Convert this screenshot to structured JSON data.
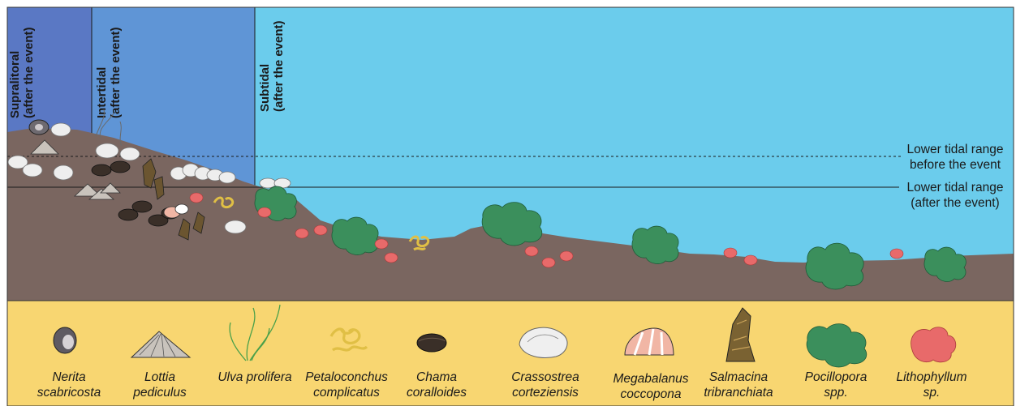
{
  "zones": [
    {
      "id": "supralitoral",
      "line1": "Supralitoral",
      "line2": "(after the event)",
      "color": "#5a78c4"
    },
    {
      "id": "intertidal",
      "line1": "Intertidal",
      "line2": "(after the event)",
      "color": "#5f95d6"
    },
    {
      "id": "subtidal",
      "line1": "Subtidal",
      "line2": "(after the event)",
      "color": "#6bccec"
    }
  ],
  "tidal_lines": {
    "before": {
      "line1": "Lower tidal range",
      "line2": "before the event"
    },
    "after": {
      "line1": "Lower tidal range",
      "line2": "(after the event)"
    }
  },
  "colors": {
    "substrate": "#7a6660",
    "legend_band": "#f8d671",
    "water": "#6bccec",
    "coral": "#3b8f5c",
    "coralline_alga": "#e86a6a",
    "worm_tube": "#e0bf45"
  },
  "legend": [
    {
      "id": "nerita",
      "icon": "nerita-snail-icon",
      "line1": "Nerita",
      "line2": "scabricosta"
    },
    {
      "id": "lottia",
      "icon": "limpet-icon",
      "line1": "Lottia",
      "line2": "pediculus"
    },
    {
      "id": "ulva",
      "icon": "ulva-algae-icon",
      "line1": "Ulva prolifera",
      "line2": ""
    },
    {
      "id": "petaloconchus",
      "icon": "worm-snail-icon",
      "line1": "Petaloconchus",
      "line2": "complicatus"
    },
    {
      "id": "chama",
      "icon": "chama-clam-icon",
      "line1": "Chama",
      "line2": "coralloides"
    },
    {
      "id": "crassostrea",
      "icon": "oyster-icon",
      "line1": "Crassostrea",
      "line2": "corteziensis"
    },
    {
      "id": "megabalanus",
      "icon": "barnacle-icon",
      "line1": "Megabalanus",
      "line2": "coccopona"
    },
    {
      "id": "salmacina",
      "icon": "salmacina-tube-icon",
      "line1": "Salmacina",
      "line2": "tribranchiata"
    },
    {
      "id": "pocillopora",
      "icon": "pocillopora-coral-icon",
      "line1": "Pocillopora",
      "line2": "spp."
    },
    {
      "id": "lithophyllum",
      "icon": "coralline-alga-icon",
      "line1": "Lithophyllum",
      "line2": "sp."
    }
  ]
}
